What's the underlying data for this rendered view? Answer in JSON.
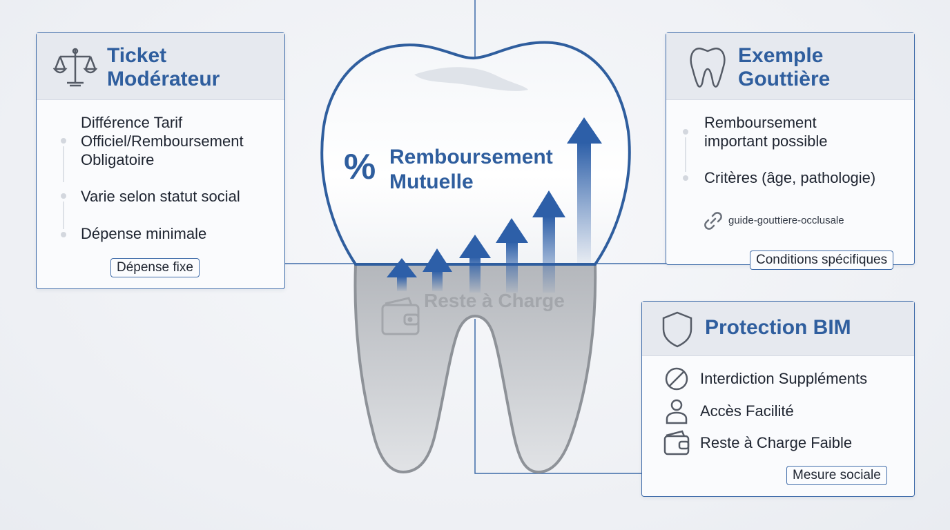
{
  "center": {
    "title_line1": "Remboursement",
    "title_line2": "Mutuelle",
    "percent_symbol": "%",
    "charge_label": "Reste à Charge"
  },
  "ticket": {
    "title_line1": "Ticket",
    "title_line2": "Modérateur",
    "items": [
      "Différence Tarif",
      "Officiel/Remboursement",
      "Obligatoire",
      "Varie selon statut social",
      "Dépense minimale"
    ],
    "tag": "Dépense fixe"
  },
  "gouttiere": {
    "title_line1": "Exemple",
    "title_line2": "Gouttière",
    "items": [
      "Remboursement",
      "important possible",
      "Critères (âge, pathologie)"
    ],
    "link": "guide-gouttiere-occlusale",
    "tag": "Conditions spécifiques"
  },
  "bim": {
    "title": "Protection BIM",
    "items": [
      "Interdiction Suppléments",
      "Accès Facilité",
      "Reste à Charge Faible"
    ],
    "tag": "Mesure sociale"
  },
  "icons": {
    "ticket": "scales-icon",
    "gouttiere": "tooth-icon",
    "bim": "shield-icon",
    "link": "link-icon",
    "forbidden": "prohibited-icon",
    "person": "person-icon",
    "wallet": "wallet-icon",
    "arrows": "up-arrow-icon"
  },
  "colors": {
    "accent": "#2f5e9e",
    "border": "#3d6aa8",
    "arrow": "#2d5fa8",
    "charge_text": "#a3a6ab"
  }
}
